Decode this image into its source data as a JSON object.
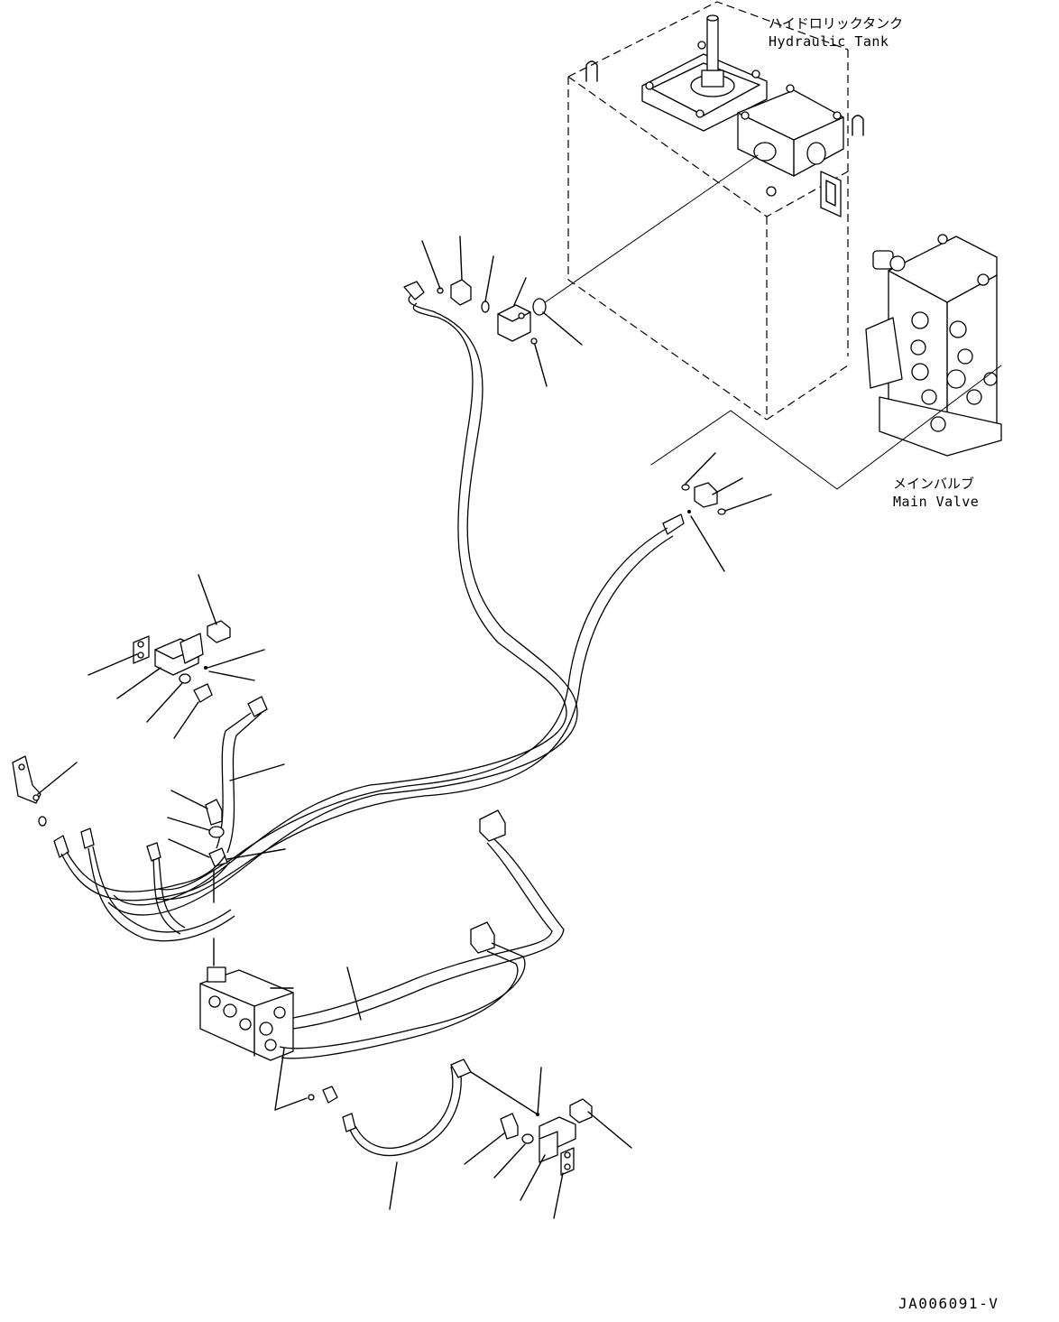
{
  "labels": {
    "hydraulic_tank_jp": "ハイドロリックタンク",
    "hydraulic_tank_en": "Hydraulic Tank",
    "main_valve_jp": "メインバルブ",
    "main_valve_en": "Main Valve",
    "drawing_code": "JA006091-V"
  }
}
